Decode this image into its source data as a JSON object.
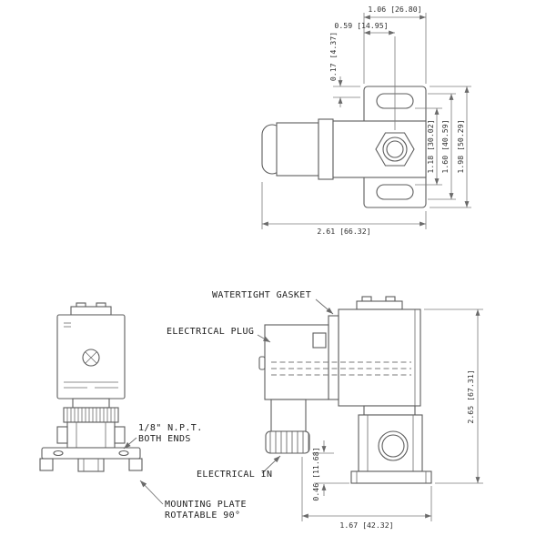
{
  "drawing": {
    "top_view": {
      "dims": {
        "plate_width": "1.06 [26.80]",
        "port_offset": "0.59 [14.95]",
        "flange_lip": "0.17 [4.37]",
        "slot_span_inner": "1.18 [30.02]",
        "slot_span_outer": "1.60 [40.59]",
        "plate_height": "1.98 [50.29]",
        "overall_length": "2.61 [66.32]"
      }
    },
    "front_view": {
      "labels": {
        "npt_line1": "1/8\" N.P.T.",
        "npt_line2": "BOTH ENDS",
        "mounting_line1": "MOUNTING PLATE",
        "mounting_line2": "ROTATABLE 90°"
      }
    },
    "side_view": {
      "labels": {
        "watertight_gasket": "WATERTIGHT GASKET",
        "electrical_plug": "ELECTRICAL PLUG",
        "electrical_in": "ELECTRICAL IN"
      },
      "dims": {
        "overall_height": "2.65 [67.31]",
        "base_clearance": "0.46 [11.68]",
        "overall_depth": "1.67 [42.32]"
      }
    }
  }
}
